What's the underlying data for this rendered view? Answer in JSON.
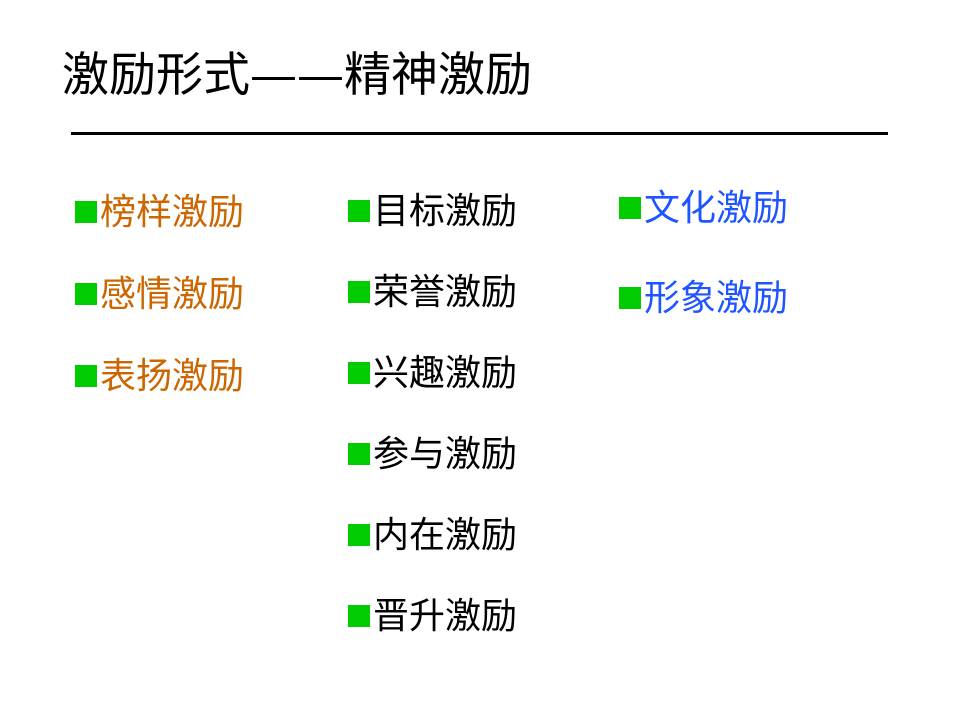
{
  "title": "激励形式——精神激励",
  "colors": {
    "background": "#FFFFFF",
    "title_text": "#000000",
    "divider": "#000000",
    "bullet_green": "#00CC00",
    "column1_text": "#CC6600",
    "column2_text": "#000000",
    "column3_text": "#1E55FF"
  },
  "columns": [
    {
      "color": "#CC6600",
      "items": [
        "榜样激励",
        "感情激励",
        "表扬激励"
      ]
    },
    {
      "color": "#000000",
      "items": [
        "目标激励",
        "荣誉激励",
        "兴趣激励",
        "参与激励",
        "内在激励",
        "晋升激励"
      ]
    },
    {
      "color": "#1E55FF",
      "items": [
        "文化激励",
        "形象激励"
      ]
    }
  ]
}
